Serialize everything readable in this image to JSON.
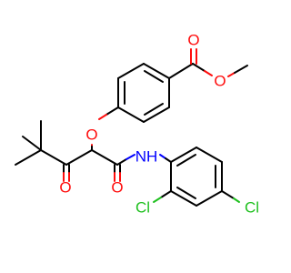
{
  "colors": {
    "carbon_bond": "#000000",
    "oxygen": "#ff0d0d",
    "nitrogen": "#0000ff",
    "chlorine": "#1fc01f",
    "background": "#ffffff"
  },
  "atoms": {
    "ester_carbonyl_o": "O",
    "ester_single_o": "O",
    "ether_o": "O",
    "nh": "NH",
    "ketone_o": "O",
    "amide_o": "O",
    "cl_ortho": "Cl",
    "cl_para": "Cl"
  }
}
